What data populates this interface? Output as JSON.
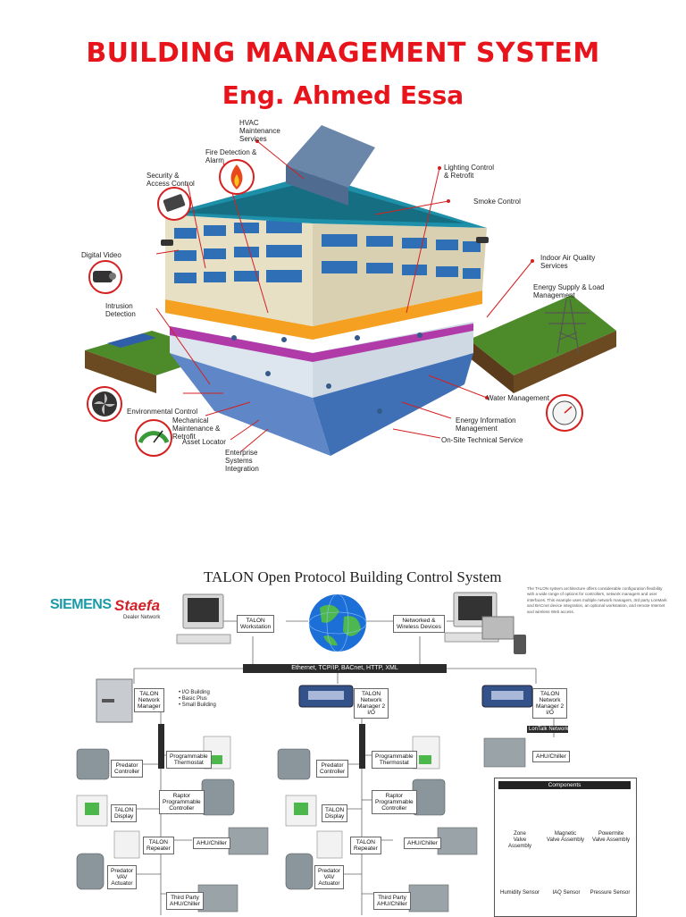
{
  "header": {
    "title": "BUILDING MANAGEMENT SYSTEM",
    "author": "Eng. Ahmed Essa"
  },
  "building_labels": {
    "hvac": "HVAC\nMaintenance\nServices",
    "fire": "Fire Detection &\nAlarm",
    "security": "Security &\nAccess Control",
    "lighting": "Lighting Control\n& Retrofit",
    "smoke": "Smoke Control",
    "digital_video": "Digital Video",
    "iaq": "Indoor Air Quality\nServices",
    "energy_supply": "Energy Supply & Load\nManagement",
    "intrusion": "Intrusion\nDetection",
    "water": "Water Management",
    "environmental": "Environmental Control",
    "mechanical": "Mechanical\nMaintenance &\nRetrofit",
    "energy_info": "Energy Information\nManagement",
    "asset": "Asset Locator",
    "onsite": "On-Site Technical Service",
    "enterprise": "Enterprise\nSystems\nIntegration"
  },
  "talon": {
    "title": "TALON Open Protocol  Building Control System",
    "brand_siemens": "SIEMENS",
    "brand_staefa": "Staefa",
    "dealer": "Dealer Network",
    "description": "The TALON system architecture offers considerable configuration flexibility with a wide range of options for controllers, network managers and user interfaces. This example uses multiple network managers, 3rd party LonMark and BACnet device integration, an optional workstation, and remote Internet and wireless Web access.",
    "workstation": "TALON\nWorkstation",
    "networked": "Networked &\nWireless Devices",
    "ethernet": "Ethernet, TCP/IP,  BACnet, HTTP, XML",
    "nm1": "TALON\nNetwork\nManager",
    "nm1_bullets": "• I/O Building\n• Basic Plus\n• Small Building",
    "nm2": "TALON\nNetwork\nManager 2\nI/O",
    "nm3": "TALON\nNetwork\nManager 2\nI/O",
    "lontalk": "LonTalk Network",
    "ahu_chiller": "AHU/Chiller",
    "predator_ctrl": "Predator\nController",
    "prog_thermostat": "Programmable\nThermostat",
    "talon_display": "TALON\nDisplay",
    "raptor": "Raptor\nProgrammable\nController",
    "talon_repeater": "TALON\nRepeater",
    "predator_vav": "Predator\nVAV\nActuator",
    "third_party": "Third Party\nAHU/Chiller",
    "components": "Components",
    "zone_valve": "Zone\nValve Assembly",
    "magnetic_valve": "Magnetic\nValve Assembly",
    "powermite_valve": "Powermite\nValve Assembly",
    "humidity": "Humidity Sensor",
    "iaq_sensor": "IAQ Sensor",
    "pressure": "Pressure Sensor"
  }
}
